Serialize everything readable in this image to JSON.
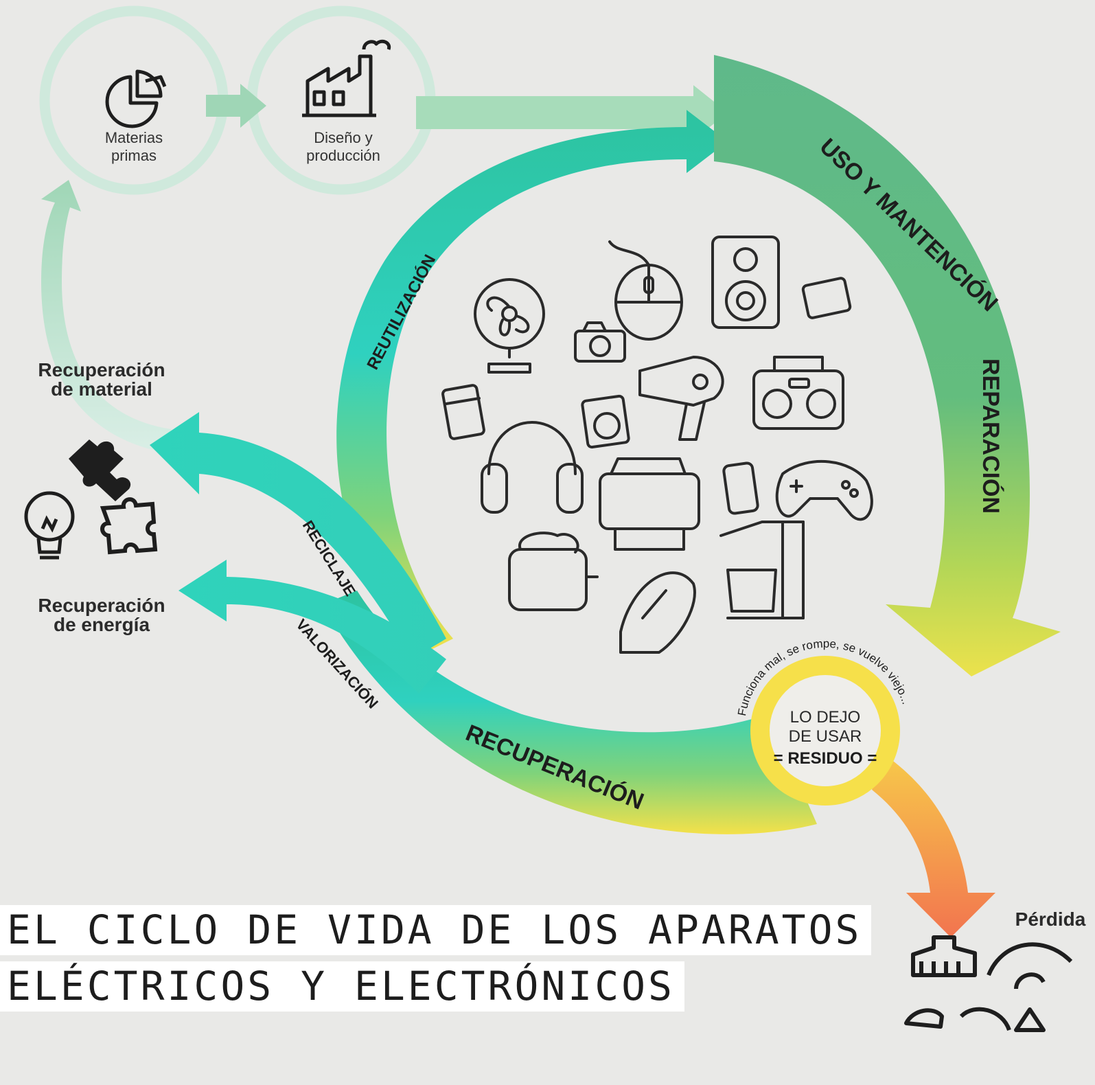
{
  "stages": {
    "raw_materials_line1": "Materias",
    "raw_materials_line2": "primas",
    "design_line1": "Diseño y",
    "design_line2": "producción",
    "use": "USO Y MANTENCIÓN",
    "repair": "REPARACIÓN",
    "reuse": "REUTILIZACIÓN",
    "recovery": "RECUPERACIÓN",
    "recycling": "RECICLAJE",
    "valorization": "VALORIZACIÓN",
    "curved_note": "Funciona mal, se rompe, se vuelve viejo...",
    "stop_line1": "LO DEJO",
    "stop_line2": "DE USAR",
    "waste": "= RESIDUO =",
    "loss": "Pérdida"
  },
  "recovery_labels": {
    "material_line1": "Recuperación",
    "material_line2": "de material",
    "energy_line1": "Recuperación",
    "energy_line2": "de energía"
  },
  "title": {
    "line1": "EL CICLO DE VIDA DE LOS APARATOS",
    "line2": "ELÉCTRICOS Y ELECTRÓNICOS"
  },
  "colors": {
    "light_green": "#a9d9b8",
    "green": "#5fbd85",
    "teal": "#2fcfb4",
    "yellow": "#f6e04a",
    "orange": "#f2824a"
  }
}
